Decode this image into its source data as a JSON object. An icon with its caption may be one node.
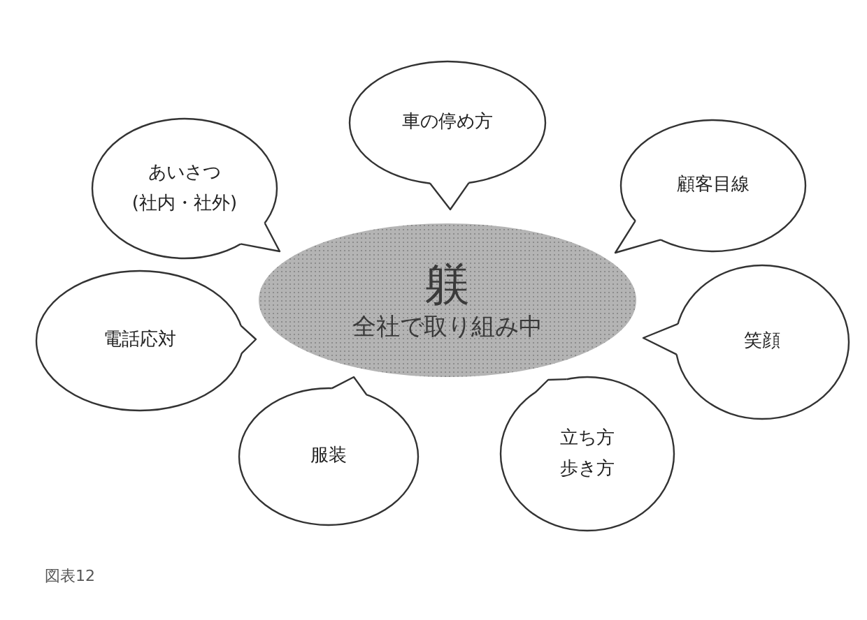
{
  "diagram": {
    "caption": "図表12",
    "nodes": [
      {
        "text": [
          "躾",
          "全社で取り組み中"
        ]
      },
      {
        "text": [
          "車の停め方"
        ]
      },
      {
        "text": [
          "あいさつ",
          "(社内・社外)"
        ]
      },
      {
        "text": [
          "顧客目線"
        ]
      },
      {
        "text": [
          "電話応対"
        ]
      },
      {
        "text": [
          "笑顔"
        ]
      },
      {
        "text": [
          "服装"
        ]
      },
      {
        "text": [
          "立ち方",
          "歩き方"
        ]
      }
    ]
  }
}
